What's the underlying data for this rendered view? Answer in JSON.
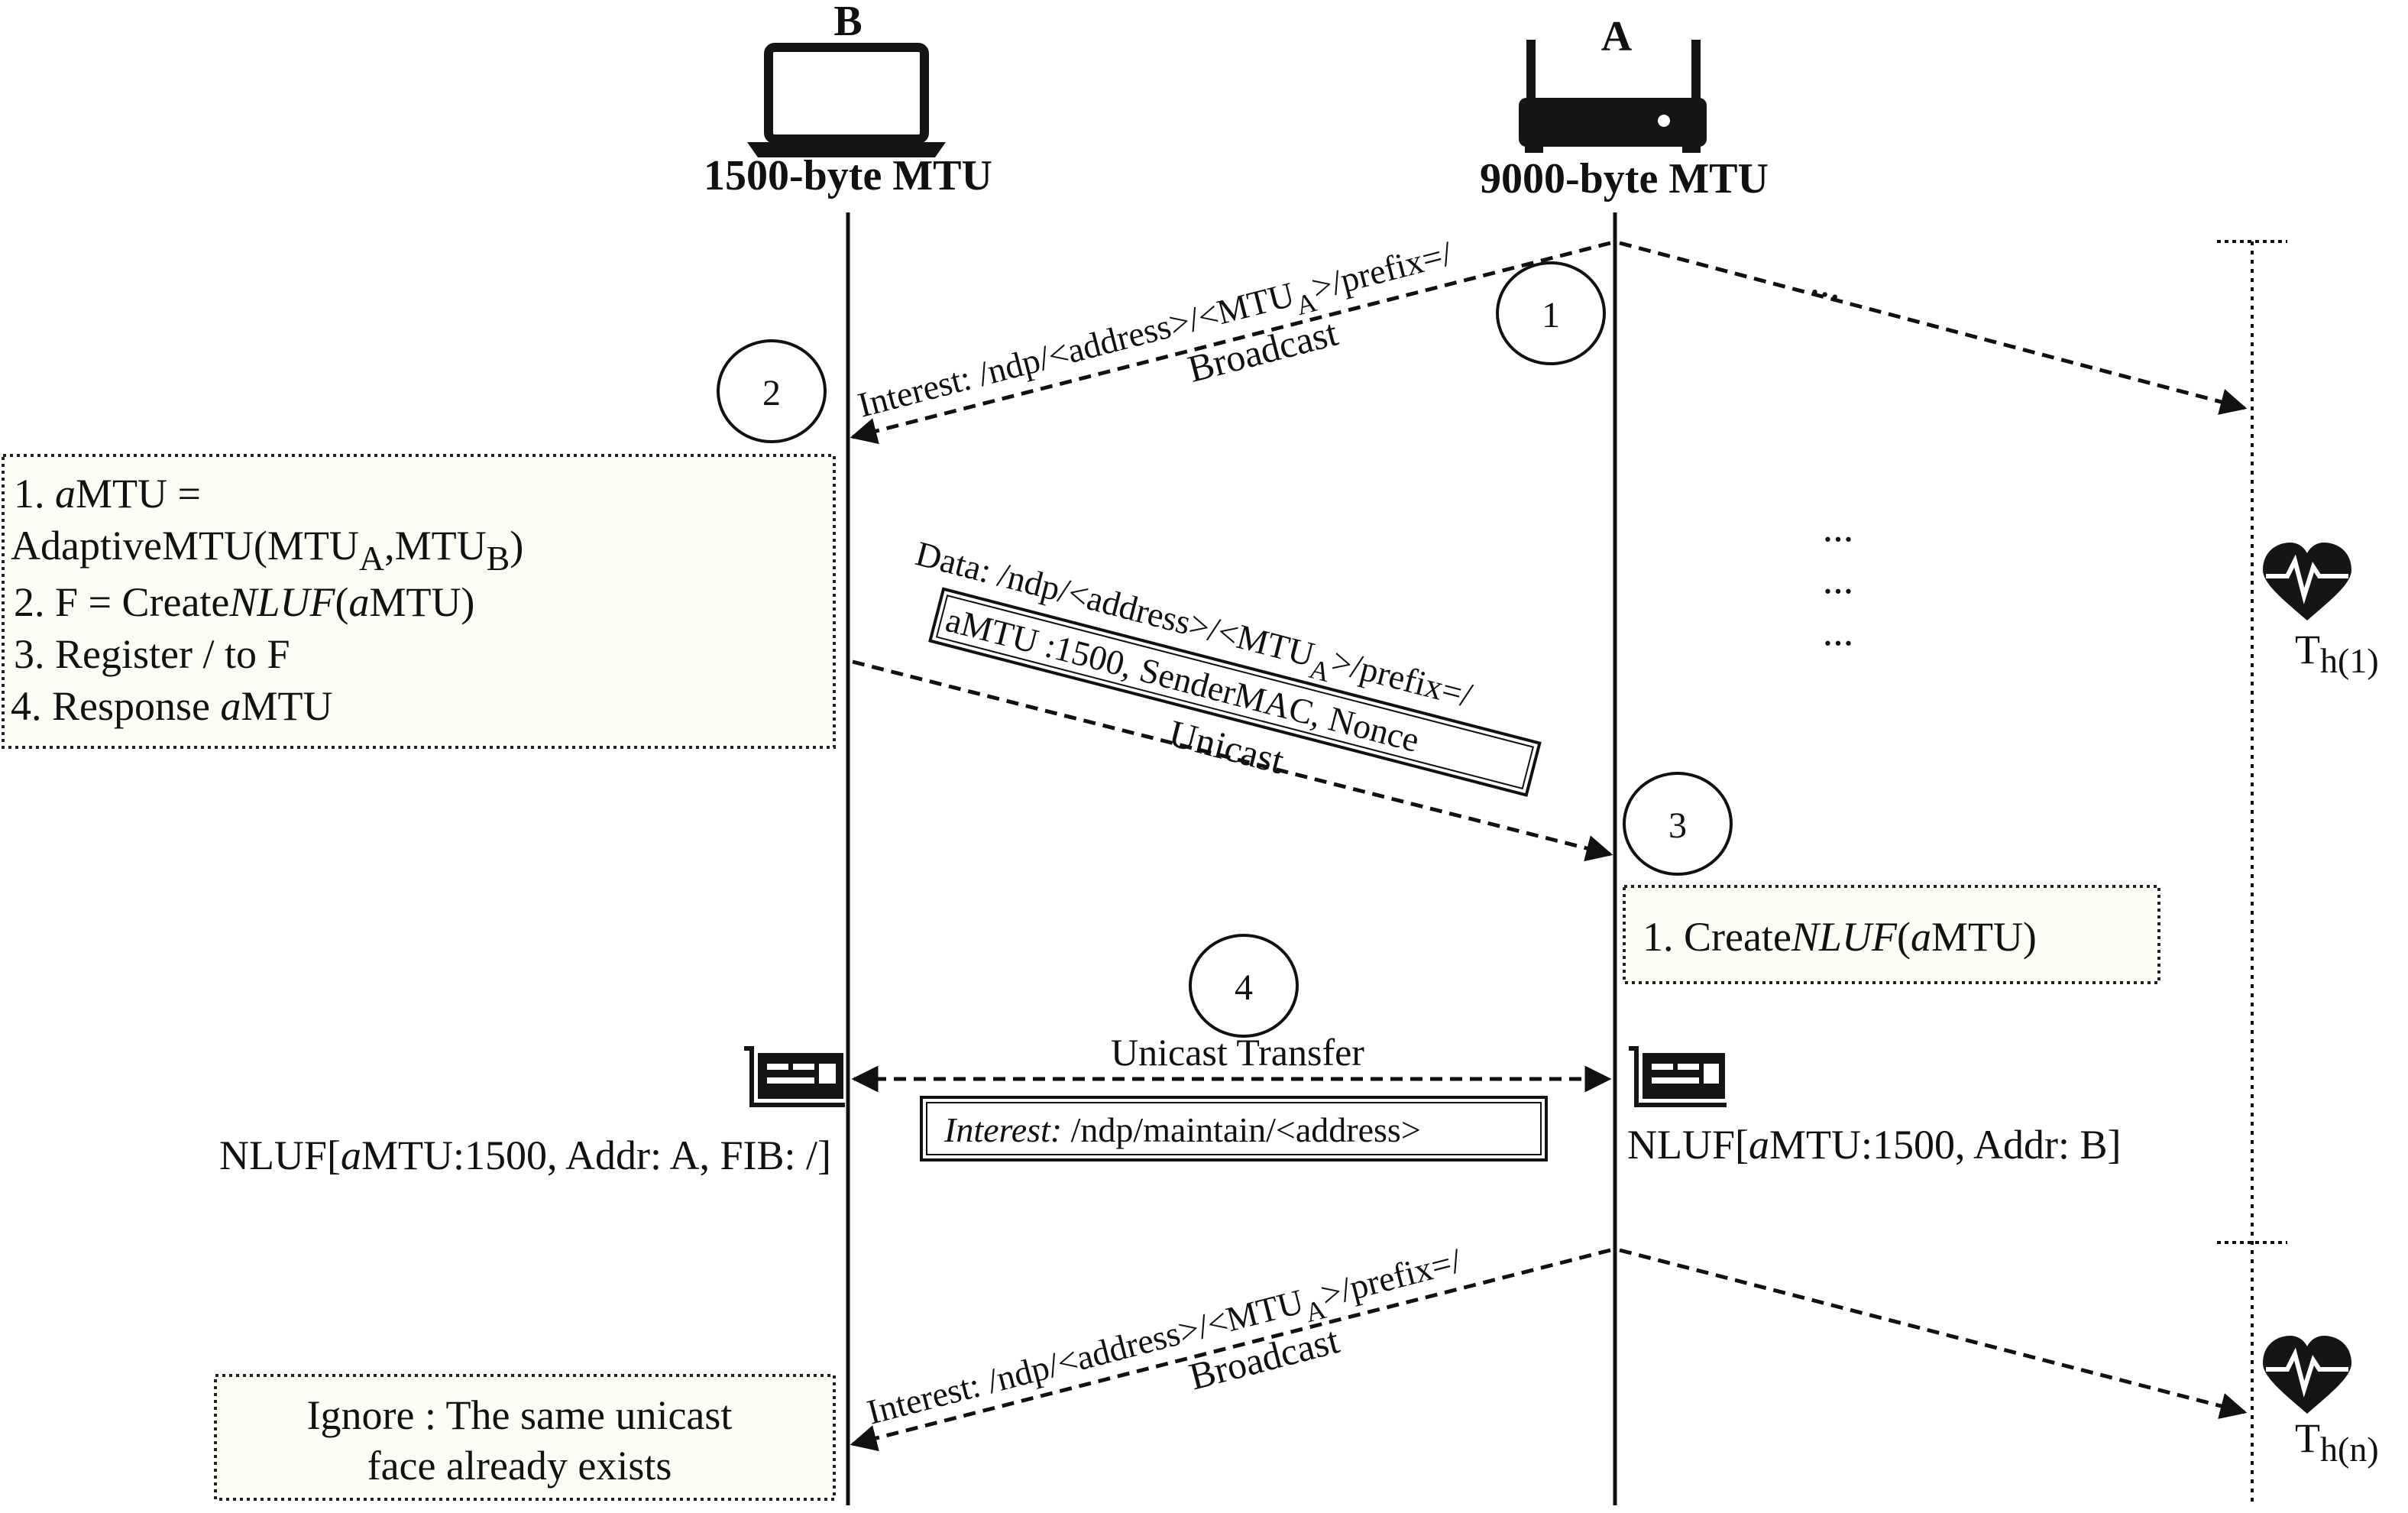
{
  "nodes": {
    "b": {
      "letter": "B",
      "mtu": "1500-byte MTU"
    },
    "a": {
      "letter": "A",
      "mtu": "9000-byte MTU"
    }
  },
  "circles": [
    "1",
    "2",
    "3",
    "4"
  ],
  "messages": {
    "m1": {
      "label": "Interest: /ndp/<address>/<MTU",
      "sub": "A",
      "label2": ">/prefix=/",
      "mode": "Broadcast"
    },
    "m2": {
      "label": "Data: /ndp/<address>/<MTU",
      "sub": "A",
      "label2": ">/prefix=/",
      "payload": "aMTU :1500, SenderMAC, Nonce",
      "mode": "Unicast"
    },
    "m4": {
      "label": "Unicast Transfer",
      "payload_prefix": "Interest:",
      "payload": " /ndp/maintain/<address>"
    },
    "m5": {
      "label": "Interest: /ndp/<address>/<MTU",
      "sub": "A",
      "label2": ">/prefix=/",
      "mode": "Broadcast"
    }
  },
  "boxes": {
    "b_steps": {
      "l1": "1. ",
      "l1_it": "a",
      "l1_rest": "MTU =",
      "l2": "AdaptiveMTU(MTU",
      "l2_sa": "A",
      "l2_mid": ",MTU",
      "l2_sb": "B",
      "l2_end": ")",
      "l3": "2. F = Create",
      "l3_it": "NLUF",
      "l3_mid": "(",
      "l3_it2": "a",
      "l3_end": "MTU)",
      "l4": "3. Register / to F",
      "l5": "4. Response ",
      "l5_it": "a",
      "l5_end": "MTU"
    },
    "a_steps": {
      "l1": "1. Create",
      "l1_it": "NLUF",
      "l1_mid": "(",
      "l1_it2": "a",
      "l1_end": "MTU)"
    },
    "ignore": {
      "l1": "Ignore : The same unicast",
      "l2": "face already exists"
    }
  },
  "nluf": {
    "b": {
      "pre": "NLUF[",
      "it": "a",
      "rest": "MTU:1500, Addr: A, FIB: /]"
    },
    "a": {
      "pre": "NLUF[",
      "it": "a",
      "rest": "MTU:1500, Addr: B]"
    }
  },
  "ellipsis": "...",
  "heartbeats": {
    "h1": {
      "t": "T",
      "sub": "h(1)"
    },
    "hn": {
      "t": "T",
      "sub": "h(n)"
    }
  },
  "colors": {
    "line": "#111111",
    "box_fill": "#fcfcf5",
    "icon": "#151515"
  }
}
